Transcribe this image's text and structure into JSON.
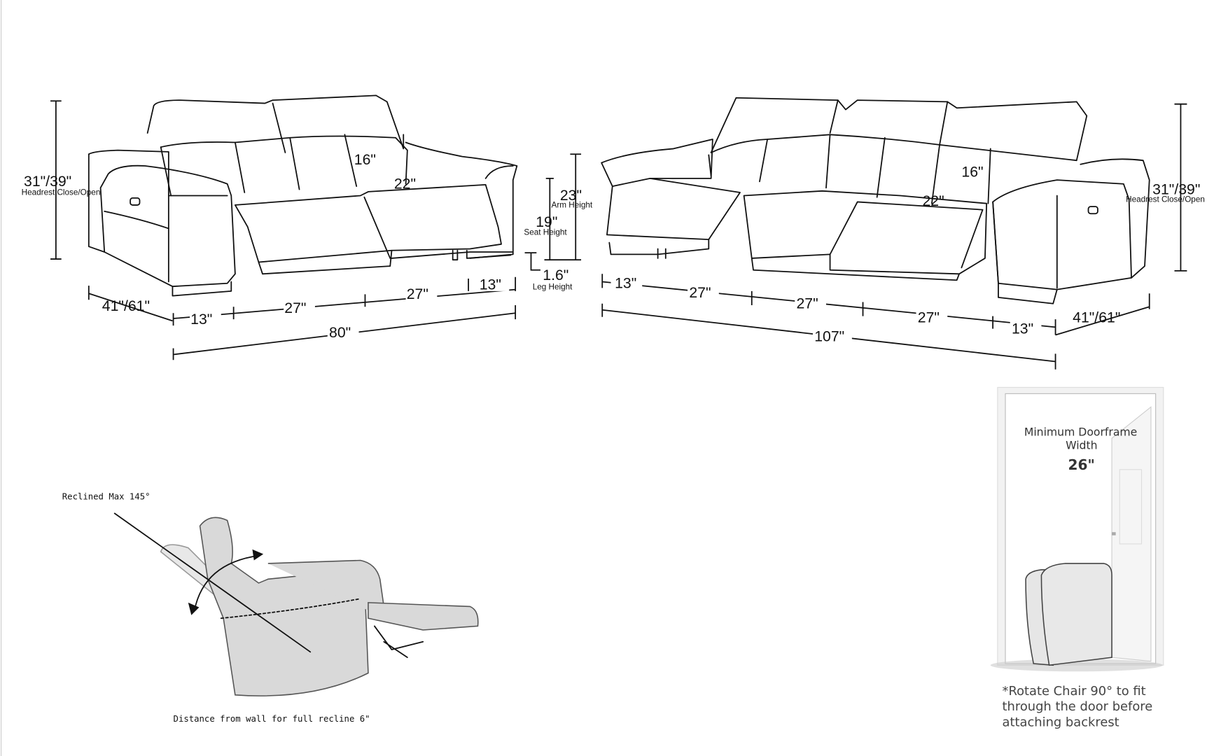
{
  "loveseat": {
    "height": "31\"/39\"",
    "height_label": "Headrest Close/Open",
    "back_depth": "16\"",
    "seat_width": "22\"",
    "arm_height": "23\"",
    "arm_height_label": "Arm Height",
    "seat_height": "19\"",
    "seat_height_label": "Seat Height",
    "leg_height": "1.6\"",
    "leg_height_label": "Leg Height",
    "depth": "41\"/61\"",
    "segments": [
      "13\"",
      "27\"",
      "27\"",
      "13\""
    ],
    "total_width": "80\""
  },
  "sofa": {
    "height": "31\"/39\"",
    "height_label": "Headrest Close/Open",
    "back_depth": "16\"",
    "seat_width": "22\"",
    "depth": "41\"/61\"",
    "segments": [
      "13\"",
      "27\"",
      "27\"",
      "27\"",
      "13\""
    ],
    "total_width": "107\""
  },
  "recliner": {
    "angle_label": "Reclined Max 145°",
    "wall_label": "Distance from wall for full recline 6\""
  },
  "doorframe": {
    "title_line1": "Minimum Doorframe",
    "title_line2": "Width",
    "width": "26\"",
    "note_line1": "*Rotate Chair 90° to fit",
    "note_line2": "through the door before",
    "note_line3": "attaching backrest"
  }
}
